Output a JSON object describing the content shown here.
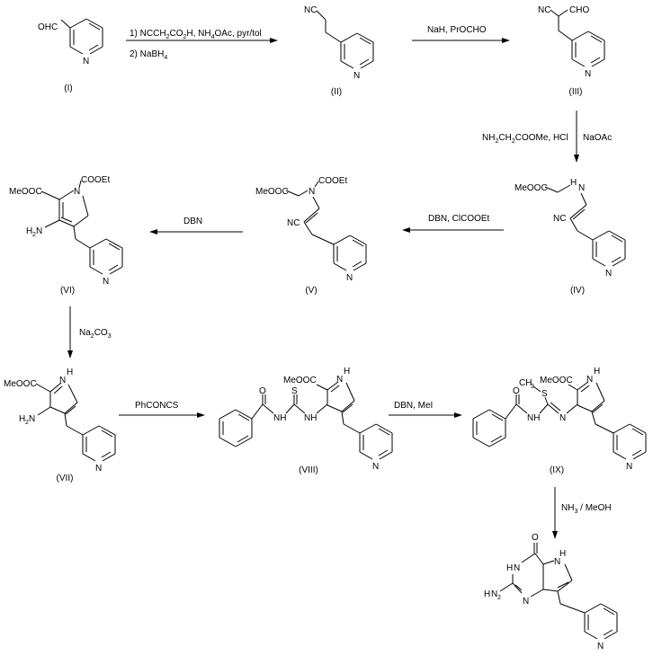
{
  "compounds": [
    {
      "id": "I",
      "label": "(I)",
      "atoms": [
        "OHC",
        "N"
      ]
    },
    {
      "id": "II",
      "label": "(II)",
      "atoms": [
        "NC",
        "N"
      ]
    },
    {
      "id": "III",
      "label": "(III)",
      "atoms": [
        "NC",
        "CHO",
        "N"
      ]
    },
    {
      "id": "IV",
      "label": "(IV)",
      "atoms": [
        "MeOOC",
        "H",
        "N",
        "NC",
        "N"
      ]
    },
    {
      "id": "V",
      "label": "(V)",
      "atoms": [
        "MeOOC",
        "N",
        "COOEt",
        "NC",
        "N"
      ]
    },
    {
      "id": "VI",
      "label": "(VI)",
      "atoms": [
        "MeOOC",
        "N",
        "COOEt",
        "H",
        "N",
        "N"
      ]
    },
    {
      "id": "VII",
      "label": "(VII)",
      "atoms": [
        "MeOOC",
        "H",
        "N",
        "H",
        "N",
        "N"
      ]
    },
    {
      "id": "VIII",
      "label": "(VIII)",
      "atoms": [
        "MeOOC",
        "H",
        "N",
        "O",
        "S",
        "NH",
        "NH",
        "N"
      ]
    },
    {
      "id": "IX",
      "label": "(IX)",
      "atoms": [
        "MeOOC",
        "H",
        "N",
        "O",
        "S",
        "CH",
        "3",
        "NH",
        "N",
        "N"
      ]
    },
    {
      "id": "X",
      "label": "",
      "atoms": [
        "O",
        "H",
        "N",
        "H",
        "N",
        "H",
        "N",
        "2",
        "N",
        "N"
      ]
    }
  ],
  "steps": [
    {
      "from": "I",
      "to": "II",
      "lines": [
        {
          "text": "1) NCCH",
          "sub1": "2",
          "text2": "CO",
          "sub2": "2",
          "text3": "H, NH",
          "sub3": "4",
          "text4": "OAc, pyr/tol"
        },
        {
          "text": "2) NaBH",
          "sub1": "4"
        }
      ]
    },
    {
      "from": "II",
      "to": "III",
      "reagent": "NaH, PrOCHO"
    },
    {
      "from": "III",
      "to": "IV",
      "reagent_left_a": "NH",
      "reagent_left_sub1": "2",
      "reagent_left_b": "CH",
      "reagent_left_sub2": "2",
      "reagent_left_c": "COOMe, HCl",
      "reagent_right": "NaOAc"
    },
    {
      "from": "IV",
      "to": "V",
      "reagent": "DBN, ClCOOEt"
    },
    {
      "from": "V",
      "to": "VI",
      "reagent": "DBN"
    },
    {
      "from": "VI",
      "to": "VII",
      "reagent": "Na",
      "reagent_sub1": "2",
      "reagent_b": "CO",
      "reagent_sub2": "3"
    },
    {
      "from": "VII",
      "to": "VIII",
      "reagent": "PhCONCS"
    },
    {
      "from": "VIII",
      "to": "IX",
      "reagent": "DBN, MeI"
    },
    {
      "from": "IX",
      "to": "X",
      "reagent": "NH",
      "reagent_sub1": "3",
      "reagent_b": " / MeOH"
    }
  ]
}
